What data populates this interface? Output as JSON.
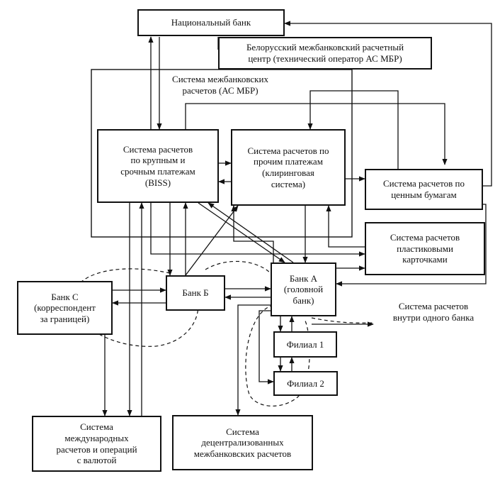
{
  "diagram": {
    "nodes": {
      "national_bank": "Национальный банк",
      "bmrc": "Белорусский межбанковский расчетный\nцентр (технический оператор АС МБР)",
      "as_mbr": "Система межбанковских\nрасчетов (АС МБР)",
      "biss": "Система расчетов\nпо крупным и\nсрочным платежам\n(BISS)",
      "clearing": "Система расчетов по\nпрочим платежам\n(клиринговая\nсистема)",
      "securities": "Система расчетов по\nценным бумагам",
      "cards": "Система расчетов\nпластиковыми\nкарточками",
      "bank_a": "Банк А\n(головной\nбанк)",
      "bank_b": "Банк Б",
      "bank_c": "Банк С\n(корреспондент\nза границей)",
      "intra_bank": "Система расчетов\nвнутри одного банка",
      "branch1": "Филиал 1",
      "branch2": "Филиал 2",
      "international": "Система\nмеждународных\nрасчетов и операций\nс валютой",
      "decentralized": "Система\nдецентрализованных\nмежбанковских расчетов"
    }
  }
}
